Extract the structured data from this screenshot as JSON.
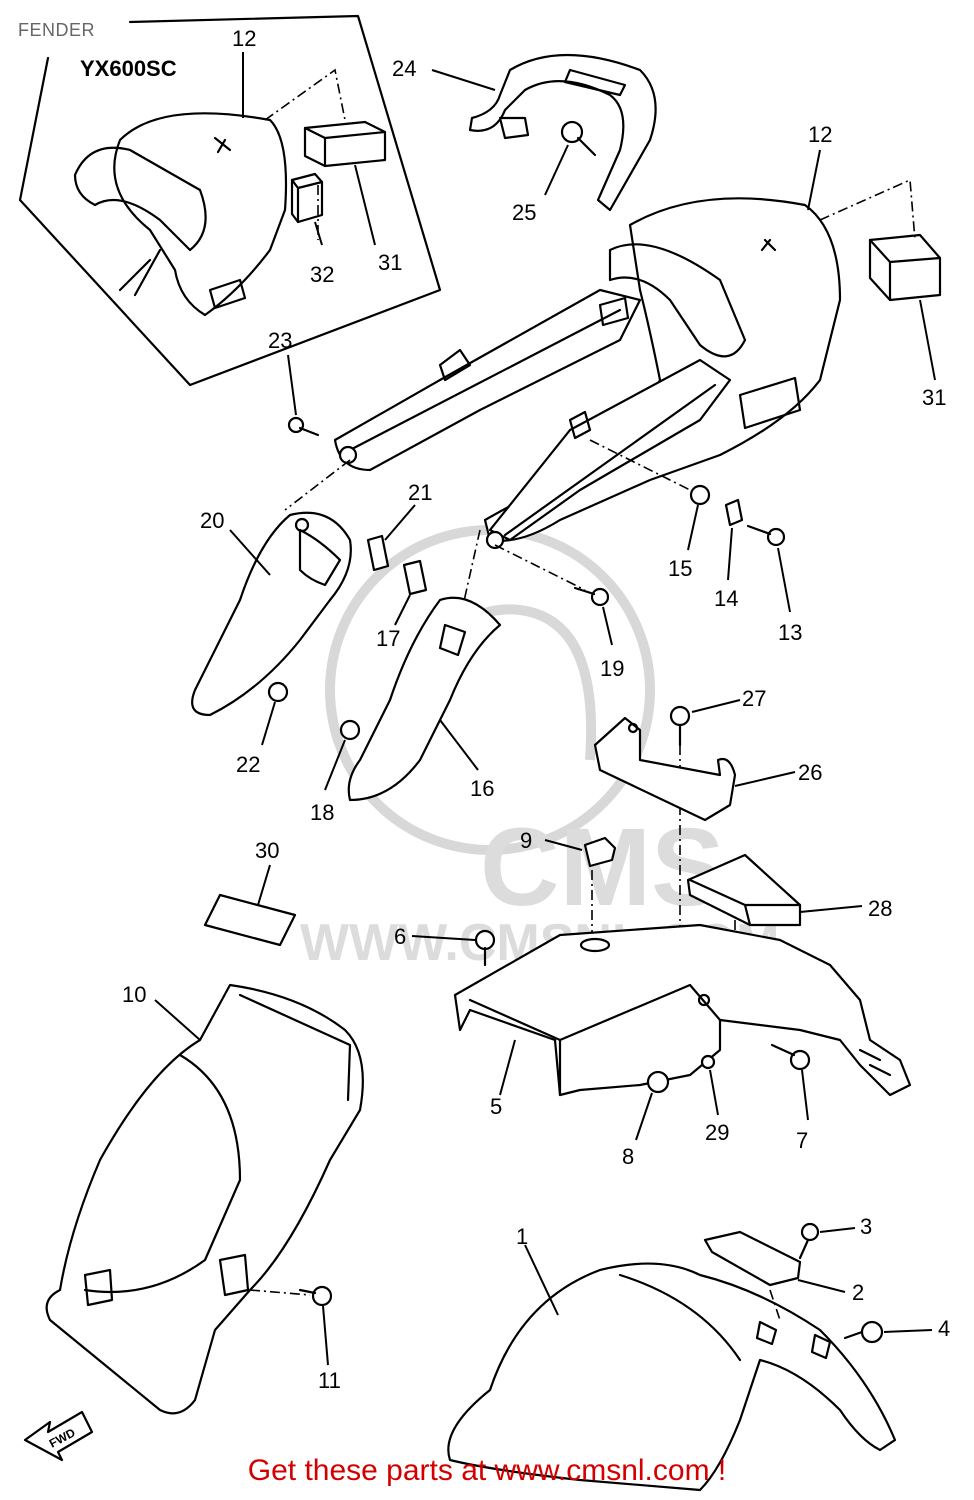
{
  "header": {
    "title": "FENDER"
  },
  "inset": {
    "model_label": "YX600SC"
  },
  "watermark": {
    "brand": "CMS",
    "url": "WWW.CMSNL.COM"
  },
  "fwd_label": "FWD",
  "footer": {
    "text": "Get these parts at www.cmsnl.com !"
  },
  "callouts": {
    "c1": "1",
    "c2": "2",
    "c3": "3",
    "c4": "4",
    "c5": "5",
    "c6": "6",
    "c7": "7",
    "c8": "8",
    "c9": "9",
    "c10": "10",
    "c11": "11",
    "c12a": "12",
    "c12b": "12",
    "c13": "13",
    "c14": "14",
    "c15": "15",
    "c16": "16",
    "c17": "17",
    "c18": "18",
    "c19": "19",
    "c20": "20",
    "c21": "21",
    "c22": "22",
    "c23": "23",
    "c24": "24",
    "c25": "25",
    "c26": "26",
    "c27": "27",
    "c28": "28",
    "c29": "29",
    "c30": "30",
    "c31a": "31",
    "c31b": "31",
    "c32": "32"
  },
  "colors": {
    "footer": "#d40000",
    "line": "#000000",
    "watermark": "#dcdcdc"
  }
}
